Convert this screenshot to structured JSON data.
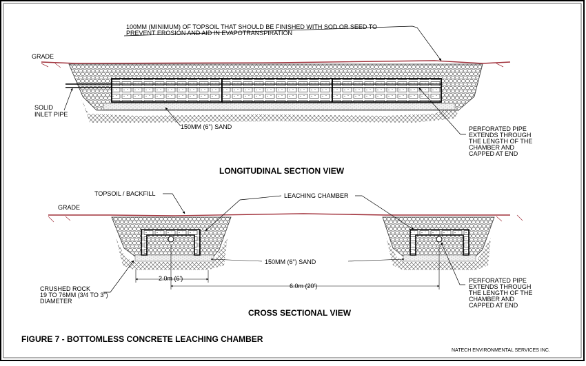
{
  "figure": {
    "title": "FIGURE 7 - BOTTOMLESS CONCRETE LEACHING CHAMBER",
    "credit": "NATECH ENVIRONMENTAL SERVICES INC."
  },
  "longitudinal": {
    "heading": "LONGITUDINAL SECTION VIEW",
    "topsoil_note_1": "100MM (MINIMUM) OF TOPSOIL THAT SHOULD BE FINISHED WITH  SOD OR SEED TO",
    "topsoil_note_2": "PREVENT EROSION AND AID IN EVAPOTRANSPIRATION",
    "grade": "GRADE",
    "solid_pipe_1": "SOLID",
    "solid_pipe_2": "INLET PIPE",
    "sand": "150MM (6\") SAND",
    "perf_1": "PERFORATED PIPE",
    "perf_2": "EXTENDS THROUGH",
    "perf_3": "THE LENGTH OF THE",
    "perf_4": "CHAMBER AND",
    "perf_5": "CAPPED AT END"
  },
  "cross": {
    "heading": "CROSS SECTIONAL VIEW",
    "topsoil_backfill": "TOPSOIL / BACKFILL",
    "grade": "GRADE",
    "leaching_chamber": "LEACHING CHAMBER",
    "sand": "150MM (6\") SAND",
    "width_dim": "2.0m (6')",
    "spacing_dim": "6.0m (20')",
    "rock_1": "CRUSHED ROCK",
    "rock_2": "19 TO 76MM (3/4 TO 3\")",
    "rock_3": "DIAMETER",
    "perf_1": "PERFORATED PIPE",
    "perf_2": "EXTENDS THROUGH",
    "perf_3": "THE LENGTH OF THE",
    "perf_4": "CHAMBER AND",
    "perf_5": "CAPPED AT END"
  },
  "colors": {
    "grade_line": "#a0303a",
    "ink": "#000000"
  }
}
